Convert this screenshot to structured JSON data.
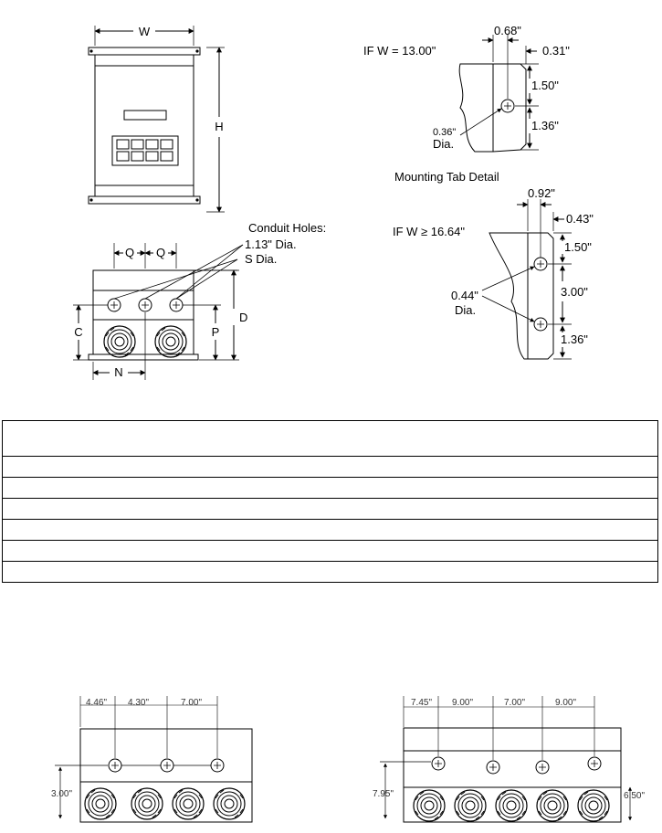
{
  "front_view": {
    "width_label": "W",
    "height_label": "H"
  },
  "side_view": {
    "conduit_title": "Conduit Holes:",
    "conduit_large": "1.13\" Dia.",
    "conduit_small": "S Dia.",
    "q1": "Q",
    "q2": "Q",
    "c": "C",
    "p": "P",
    "d": "D",
    "n": "N"
  },
  "tab_13": {
    "condition": "IF W = 13.00\"",
    "d1": "0.68\"",
    "d2": "0.31\"",
    "d3": "1.50\"",
    "d4": "1.36\"",
    "hole": "0.36\"",
    "hole_dia": "Dia."
  },
  "tab_detail_title": "Mounting Tab Detail",
  "tab_16": {
    "condition": "IF W ≥ 16.64\"",
    "d1": "0.92\"",
    "d2": "0.43\"",
    "d3": "1.50\"",
    "d4": "3.00\"",
    "d5": "1.36\"",
    "hole": "0.44\"",
    "hole_dia": "Dia."
  },
  "table": {
    "rows": 7
  },
  "bottom_left": {
    "s1": "4.46\"",
    "s2": "4.30\"",
    "s3": "7.00\"",
    "h": "3.00\""
  },
  "bottom_right": {
    "s1": "7.45\"",
    "s2": "9.00\"",
    "s3": "7.00\"",
    "s4": "9.00\"",
    "h1": "7.95\"",
    "h2": "6.50\""
  }
}
